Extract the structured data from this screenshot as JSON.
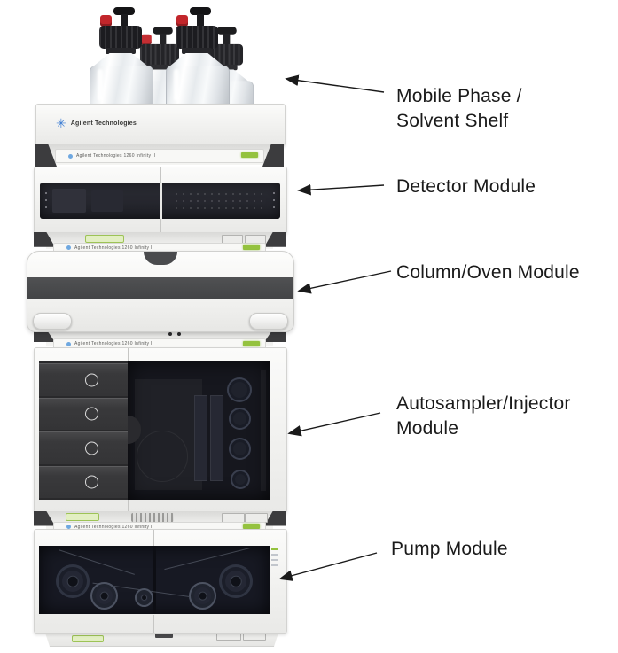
{
  "page": {
    "background": "#ffffff",
    "description": "Labeled diagram of a stacked Agilent HPLC system with annotation arrows"
  },
  "device": {
    "brand": "Agilent Technologies",
    "series_strip": "Agilent Technologies     1260  Infinity II",
    "bottle_count": 4,
    "drawer_count": 4
  },
  "annotations": [
    {
      "id": "mobile-phase",
      "text": "Mobile Phase /\nSolvent Shelf"
    },
    {
      "id": "detector",
      "text": "Detector Module"
    },
    {
      "id": "column-oven",
      "text": "Column/Oven Module"
    },
    {
      "id": "autosampler",
      "text": "Autosampler/Injector\nModule"
    },
    {
      "id": "pump",
      "text": "Pump Module"
    }
  ],
  "colors": {
    "accent_green": "#94c23e",
    "bottle_cap_red": "#c2262b",
    "logo_blue": "#3f7fd4",
    "panel_light": "#f2f2f0",
    "window_dark": "#171923",
    "label_text": "#1a1a1a"
  }
}
